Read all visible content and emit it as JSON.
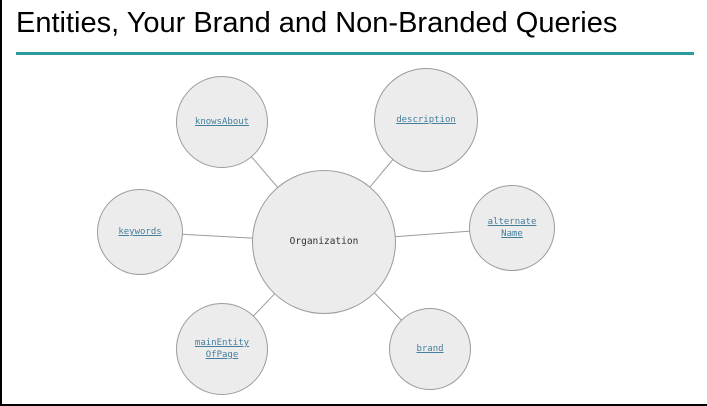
{
  "title": "Entities, Your Brand and Non-Branded Queries",
  "colors": {
    "accent_divider": "#2a9a9a",
    "node_fill": "#ececec",
    "node_border": "#9b9b9b",
    "link_text": "#447f9d",
    "center_text": "#333333"
  },
  "diagram": {
    "center": {
      "id": "organization",
      "label": "Organization"
    },
    "nodes": [
      {
        "id": "knowsAbout",
        "label": "knowsAbout"
      },
      {
        "id": "description",
        "label": "description"
      },
      {
        "id": "keywords",
        "label": "keywords"
      },
      {
        "id": "alternateName",
        "label": "alternate Name"
      },
      {
        "id": "mainEntityOfPage",
        "label": "mainEntity OfPage"
      },
      {
        "id": "brand",
        "label": "brand"
      }
    ]
  }
}
